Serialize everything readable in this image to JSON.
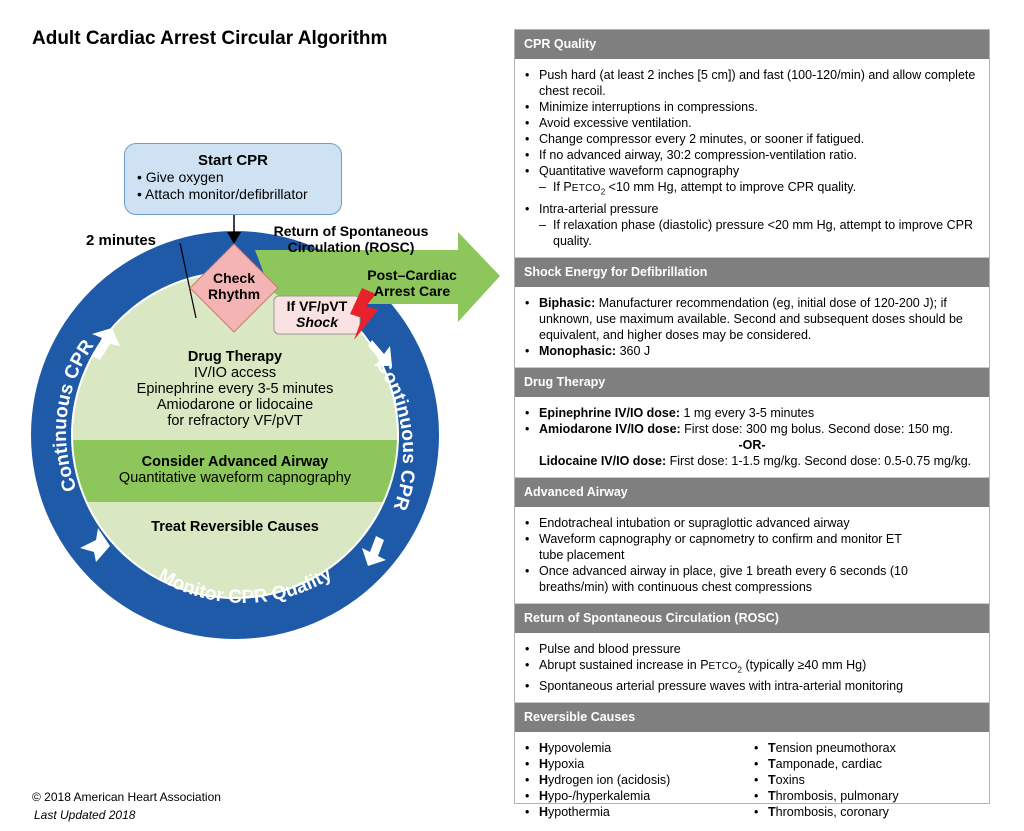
{
  "title": "Adult Cardiac Arrest Circular Algorithm",
  "footer": {
    "copyright": "© 2018 American Heart Association",
    "updated": "Last Updated 2018"
  },
  "diagram": {
    "start_title": "Start CPR",
    "start_items": [
      "Give oxygen",
      "Attach monitor/defibrillator"
    ],
    "two_minutes": "2 minutes",
    "check_rhythm": [
      "Check",
      "Rhythm"
    ],
    "rosc": [
      "Return of Spontaneous",
      "Circulation (ROSC)"
    ],
    "post_cardiac": [
      "Post–Cardiac",
      "Arrest Care"
    ],
    "shock": [
      "If VF/pVT",
      "Shock"
    ],
    "drug_therapy_title": "Drug Therapy",
    "drug_therapy_lines": [
      "IV/IO access",
      "Epinephrine every 3-5 minutes",
      "Amiodarone or lidocaine",
      "for refractory VF/pVT"
    ],
    "airway_title": "Consider Advanced Airway",
    "airway_line": "Quantitative waveform capnography",
    "reversible_title": "Treat Reversible Causes",
    "ring_left": "Continuous CPR",
    "ring_right": "Continuous CPR",
    "ring_bottom": "Monitor CPR Quality",
    "colors": {
      "ring": "#1e5aa8",
      "arrow_green": "#8dc65a",
      "circle_light": "#d9e8c2",
      "circle_mid": "#8dc65a",
      "diamond": "#f4b4b4",
      "bolt": "#e8222b"
    }
  },
  "panel": {
    "cpr_quality": {
      "heading": "CPR Quality",
      "items": [
        "Push hard (at least 2 inches [5 cm]) and fast (100-120/min) and allow complete chest recoil.",
        "Minimize interruptions in compressions.",
        "Avoid excessive ventilation.",
        "Change compressor every 2 minutes, or sooner if fatigued.",
        "If no advanced airway, 30:2 compression-ventilation ratio.",
        "Quantitative waveform capnography",
        "Intra-arterial pressure"
      ],
      "sub_capno_a": "If P",
      "sub_capno_sc": "ETCO",
      "sub_capno_b": " <10 mm Hg, attempt to improve CPR quality.",
      "sub_arterial": "If relaxation phase (diastolic) pressure <20 mm Hg, attempt to improve CPR quality."
    },
    "shock_energy": {
      "heading": "Shock Energy for Defibrillation",
      "biphasic_label": "Biphasic:",
      "biphasic_text": " Manufacturer recommendation (eg, initial dose of 120-200 J); if unknown, use maximum available. Second and subsequent doses should be equivalent, and higher doses may be considered.",
      "monophasic_label": "Monophasic:",
      "monophasic_text": " 360 J"
    },
    "drug_therapy": {
      "heading": "Drug Therapy",
      "epi_label": "Epinephrine IV/IO dose:",
      "epi_text": " 1 mg every 3-5 minutes",
      "amio_label": "Amiodarone IV/IO dose:",
      "amio_text": " First dose: 300 mg bolus. Second dose: 150 mg.",
      "or": "-OR-",
      "lido_label": "Lidocaine IV/IO dose:",
      "lido_text": " First dose: 1-1.5 mg/kg. Second dose: 0.5-0.75 mg/kg."
    },
    "advanced_airway": {
      "heading": "Advanced Airway",
      "items": [
        "Endotracheal intubation or supraglottic advanced airway",
        "Waveform capnography or capnometry to confirm and monitor ET tube placement",
        "Once advanced airway in place, give 1 breath every 6 seconds (10 breaths/min) with continuous chest compressions"
      ]
    },
    "rosc": {
      "heading": "Return of Spontaneous Circulation (ROSC)",
      "item1": "Pulse and blood pressure",
      "item2_a": "Abrupt sustained increase in P",
      "item2_sc": "ETCO",
      "item2_b": " (typically ≥40 mm Hg)",
      "item3": "Spontaneous arterial pressure waves with intra-arterial monitoring"
    },
    "reversible": {
      "heading": "Reversible Causes",
      "h_items": [
        {
          "l": "H",
          "r": "ypovolemia"
        },
        {
          "l": "H",
          "r": "ypoxia"
        },
        {
          "l": "H",
          "r": "ydrogen ion (acidosis)"
        },
        {
          "l": "H",
          "r": "ypo-/hyperkalemia"
        },
        {
          "l": "H",
          "r": "ypothermia"
        }
      ],
      "t_items": [
        {
          "l": "T",
          "r": "ension pneumothorax"
        },
        {
          "l": "T",
          "r": "amponade, cardiac"
        },
        {
          "l": "T",
          "r": "oxins"
        },
        {
          "l": "T",
          "r": "hrombosis, pulmonary"
        },
        {
          "l": "T",
          "r": "hrombosis, coronary"
        }
      ]
    }
  }
}
